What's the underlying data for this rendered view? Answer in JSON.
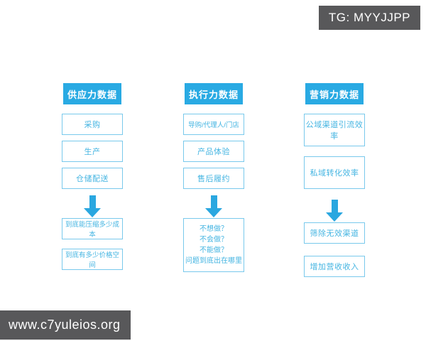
{
  "badges": {
    "top_right": "TG: MYYJJPP",
    "bottom_left": "www.c7yuleios.org"
  },
  "colors": {
    "header_bg": "#29aae3",
    "box_border": "#79c9ec",
    "box_text": "#45b5e2",
    "arrow": "#2aa7e0",
    "badge_bg": "#58585a",
    "badge_text": "#ffffff",
    "background": "#ffffff"
  },
  "columns": [
    {
      "header": "供应力数据",
      "boxes": [
        "采购",
        "生产",
        "仓储配送"
      ],
      "result_boxes": [
        "到底能压缩多少成本",
        "到底有多少价格空间"
      ]
    },
    {
      "header": "执行力数据",
      "boxes": [
        "导购/代理人/门店",
        "产品体验",
        "售后履约"
      ],
      "question_lines": [
        "不想做？",
        "不会做？",
        "不能做？",
        "问题到底出在哪里"
      ]
    },
    {
      "header": "营销力数据",
      "boxes": [
        "公域渠道引流效率",
        "私域转化效率"
      ],
      "result_boxes": [
        "筛除无效渠道",
        "增加营收收入"
      ]
    }
  ]
}
